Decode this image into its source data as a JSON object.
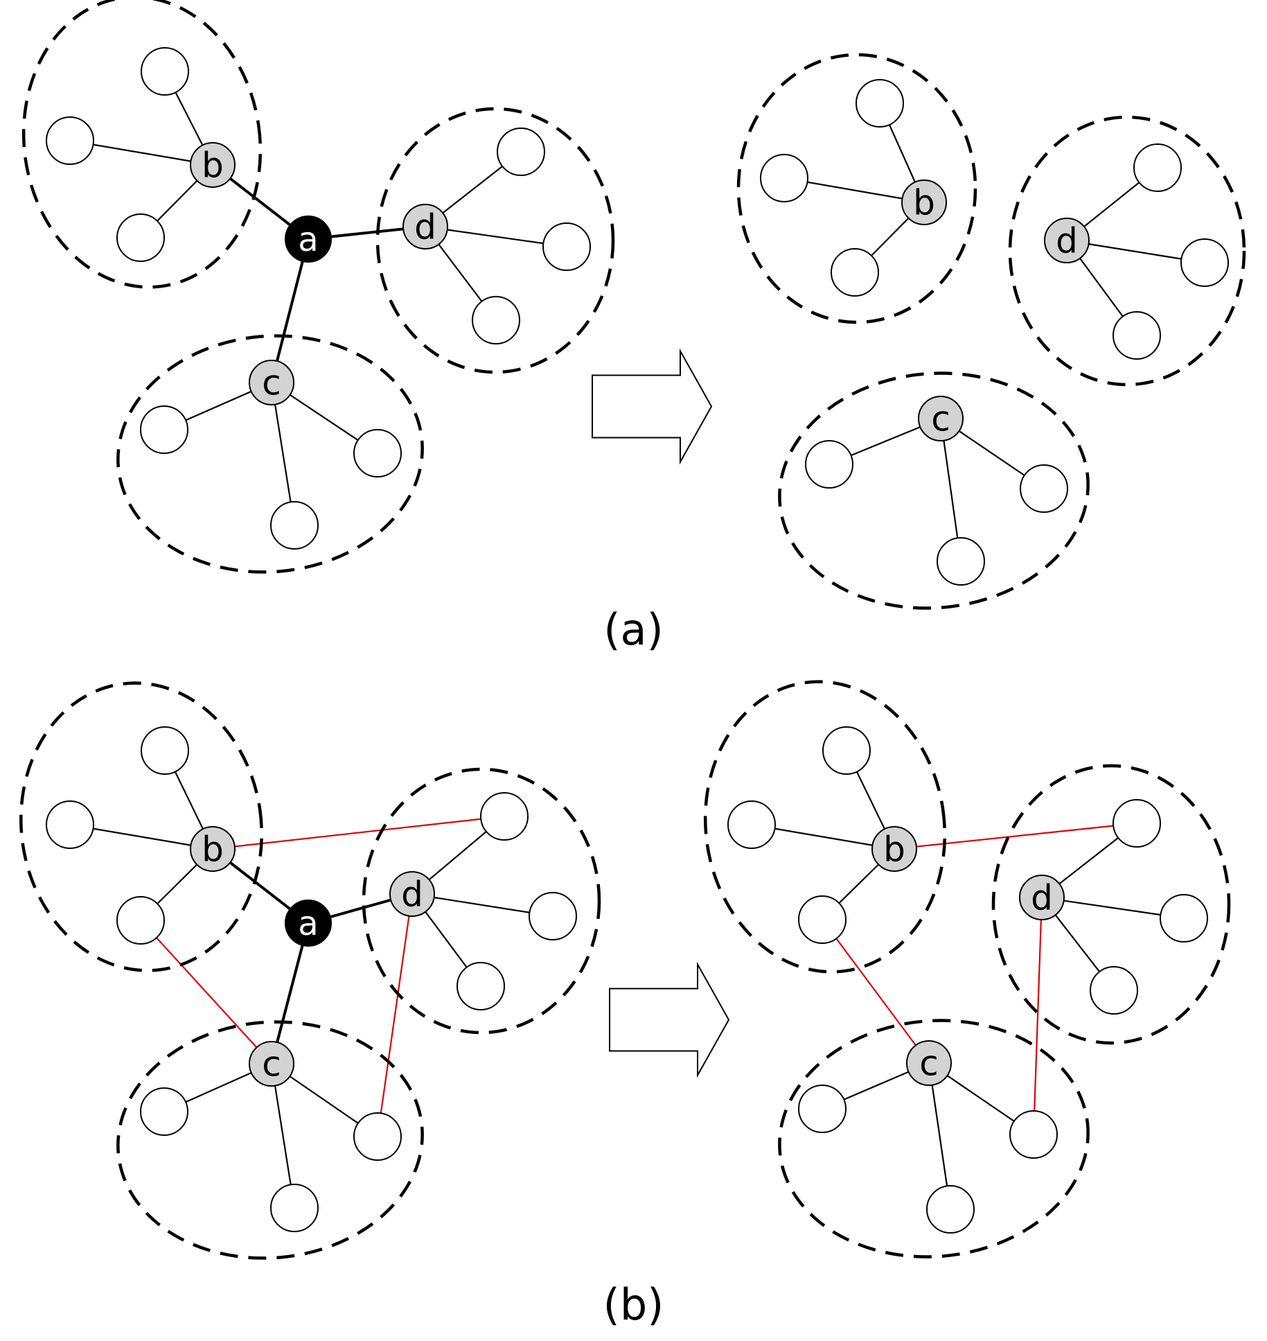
{
  "panels": [
    {
      "caption": "(a)",
      "before": {
        "hub": "a",
        "communities": [
          "b",
          "d",
          "c"
        ],
        "bridge_edges": [
          "a-b",
          "a-d",
          "a-c"
        ],
        "red_edges": []
      },
      "after": {
        "communities": [
          "b",
          "d",
          "c"
        ],
        "red_edges": []
      }
    },
    {
      "caption": "(b)",
      "before": {
        "hub": "a",
        "communities": [
          "b",
          "d",
          "c"
        ],
        "bridge_edges": [
          "a-b",
          "a-d",
          "a-c"
        ],
        "red_edges": [
          "b-d.leaf",
          "b.leaf-c",
          "d-c.leaf"
        ]
      },
      "after": {
        "communities": [
          "b",
          "d",
          "c"
        ],
        "red_edges": [
          "b-d.leaf",
          "b.leaf-c",
          "d-c.leaf"
        ]
      }
    }
  ],
  "colors": {
    "hub_fill": "#000000",
    "hub_text": "#ffffff",
    "center_fill": "#d3d3d3",
    "leaf_fill": "#ffffff",
    "edge": "#000000",
    "inter_edge": "#e00000",
    "boundary": "#000000"
  },
  "arrow_icon": "hollow-right-arrow"
}
